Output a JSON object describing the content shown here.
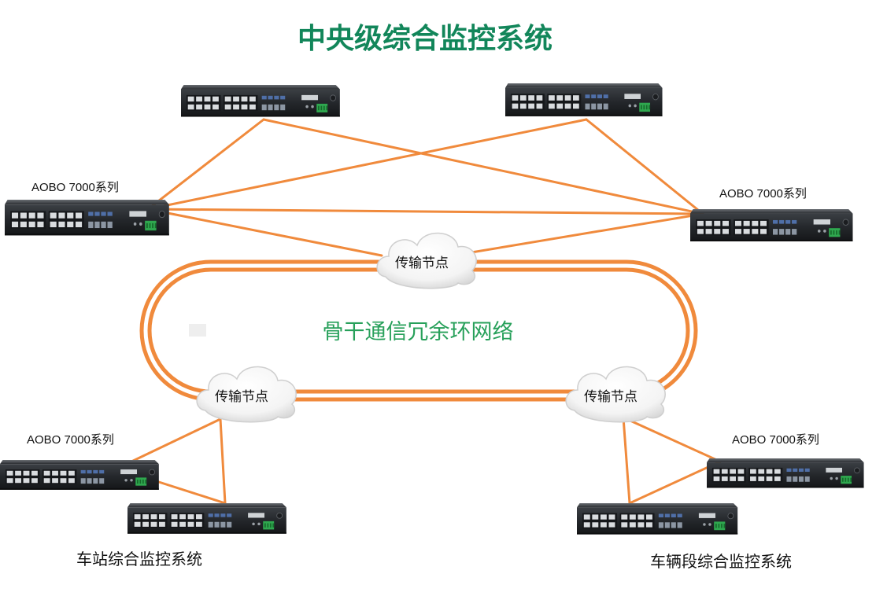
{
  "title": "中央级综合监控系统",
  "ring_label": "骨干通信冗余环网络",
  "nodes": [
    {
      "id": "node-top",
      "label": "传输节点"
    },
    {
      "id": "node-left",
      "label": "传输节点"
    },
    {
      "id": "node-right",
      "label": "传输节点"
    }
  ],
  "device_labels": [
    "AOBO 7000系列",
    "AOBO 7000系列",
    "AOBO 7000系列",
    "AOBO 7000系列"
  ],
  "systems": {
    "station": "车站综合监控系统",
    "depot": "车辆段综合监控系统"
  },
  "colors": {
    "title": "#12865a",
    "ring": "#f08a3c",
    "link": "#f08a3c",
    "ring_label": "#27a05a",
    "text": "#111111"
  }
}
